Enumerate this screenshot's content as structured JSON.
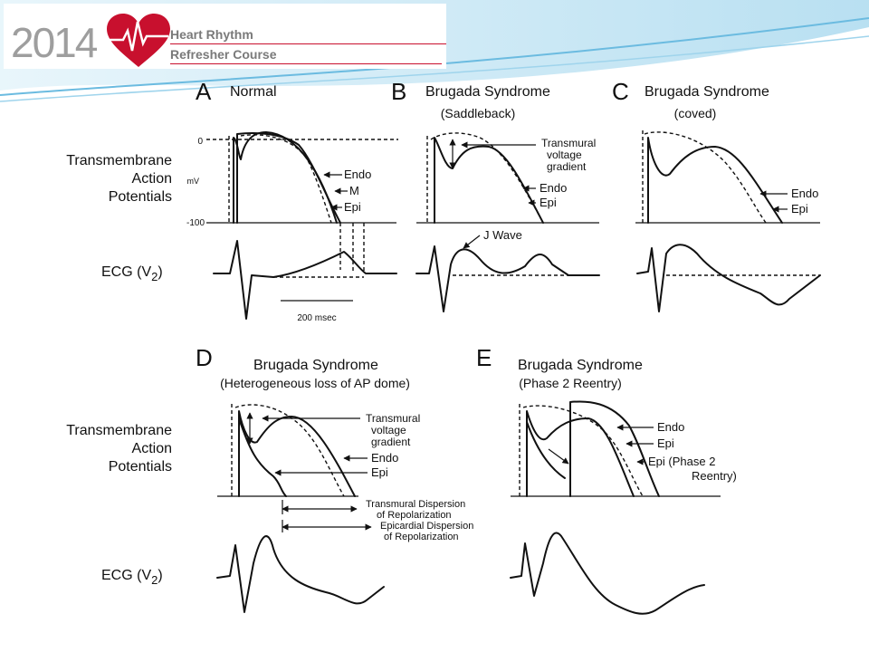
{
  "logo": {
    "year": "2014",
    "line1": "Heart Rhythm",
    "line2": "Refresher Course",
    "heart_color": "#c8102e"
  },
  "row_labels": {
    "tap_1": "Transmembrane",
    "tap_2": "Action",
    "tap_3": "Potentials",
    "ecg": "ECG (V",
    "ecg_sub": "2",
    "ecg_close": ")"
  },
  "panels": {
    "A": {
      "letter": "A",
      "title": "Normal",
      "zero": "0",
      "mv": "mV",
      "minus100": "-100",
      "endo": "Endo",
      "m": "M",
      "epi": "Epi",
      "scale": "200 msec"
    },
    "B": {
      "letter": "B",
      "title": "Brugada Syndrome",
      "subtitle": "(Saddleback)",
      "gradient_1": "Transmural",
      "gradient_2": "voltage",
      "gradient_3": "gradient",
      "endo": "Endo",
      "epi": "Epi",
      "jwave": "J Wave"
    },
    "C": {
      "letter": "C",
      "title": "Brugada Syndrome",
      "subtitle": "(coved)",
      "endo": "Endo",
      "epi": "Epi"
    },
    "D": {
      "letter": "D",
      "title": "Brugada Syndrome",
      "subtitle": "(Heterogeneous loss of AP dome)",
      "gradient_1": "Transmural",
      "gradient_2": "voltage",
      "gradient_3": "gradient",
      "endo": "Endo",
      "epi": "Epi",
      "transmural_1": "Transmural Dispersion",
      "transmural_2": "of Repolarization",
      "epicardial_1": "Epicardial Dispersion",
      "epicardial_2": "of Repolarization"
    },
    "E": {
      "letter": "E",
      "title": "Brugada Syndrome",
      "subtitle": "(Phase 2 Reentry)",
      "endo": "Endo",
      "epi": "Epi",
      "epi2_1": "Epi (Phase 2",
      "epi2_2": "Reentry)"
    }
  },
  "colors": {
    "accent_swoosh": "#7fc6e6",
    "ink": "#111111"
  }
}
